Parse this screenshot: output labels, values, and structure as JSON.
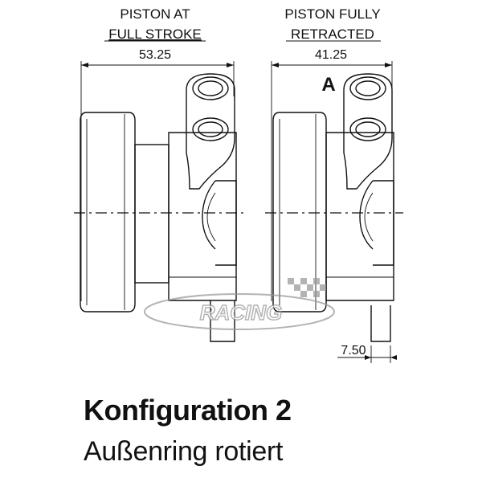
{
  "left_view": {
    "label_line1": "PISTON AT",
    "label_line2": "FULL STROKE",
    "dimension": "53.25"
  },
  "right_view": {
    "label_line1": "PISTON FULLY",
    "label_line2": "RETRACTED",
    "dimension": "41.25",
    "marker": "A",
    "small_dimension": "7.50"
  },
  "watermark": {
    "text": "RACING"
  },
  "caption": {
    "title": "Konfiguration 2",
    "subtitle": "Außenring rotiert"
  },
  "colors": {
    "ink": "#111111",
    "watermark": "#9a9a9a"
  }
}
